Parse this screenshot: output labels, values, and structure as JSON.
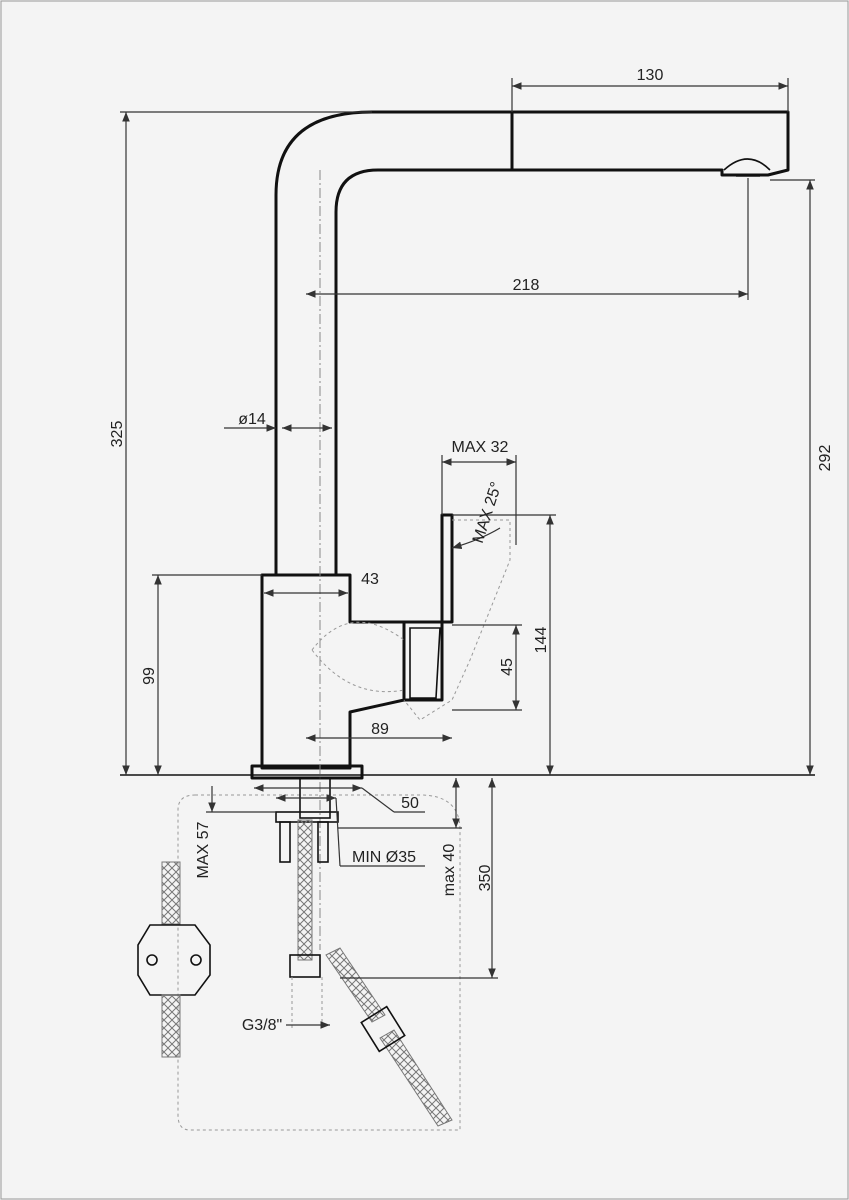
{
  "dimensions": {
    "spout_length": "130",
    "reach": "218",
    "total_height": "325",
    "spout_height": "292",
    "tube_diameter": "ø14",
    "handle_clearance": "MAX 32",
    "handle_angle": "MAX 25°",
    "lever_height": "144",
    "body_width": "43",
    "base_height": "99",
    "lever_depth": "45",
    "body_depth": "89",
    "base_diameter": "50",
    "hole_diameter": "MIN Ø35",
    "worktop_max": "MAX 57",
    "worktop_thickness": "max 40",
    "hose_length": "350",
    "connection_thread": "G3/8\""
  },
  "colors": {
    "line": "#111111",
    "dimension": "#333333",
    "hidden": "#999999",
    "background": "#f4f4f4"
  }
}
